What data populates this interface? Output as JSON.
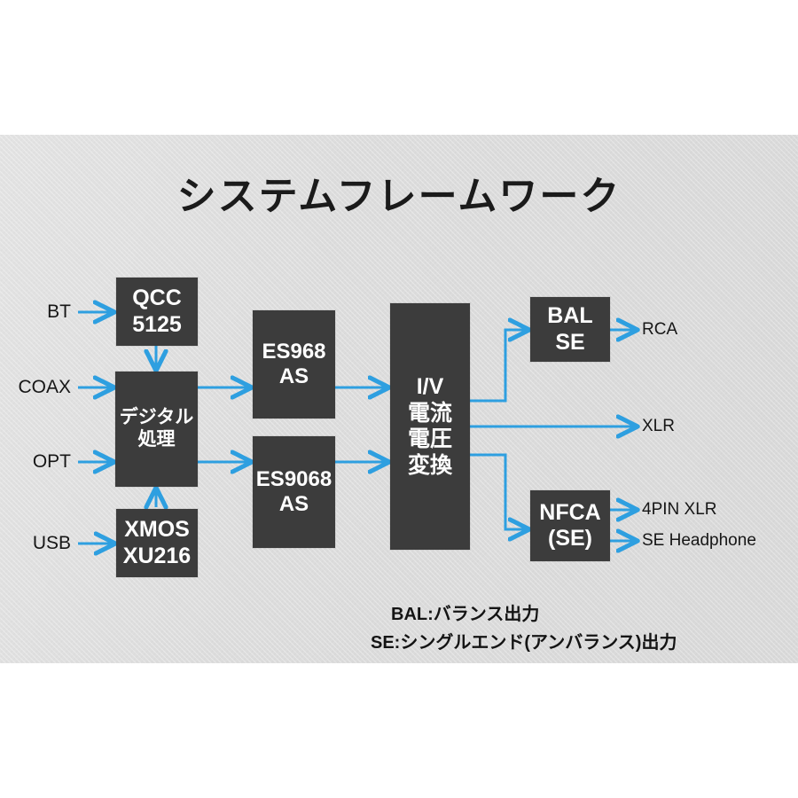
{
  "title": "システムフレームワーク",
  "colors": {
    "background": "#ffffff",
    "panel": "#dcdcdc",
    "block": "#3c3c3c",
    "block_text": "#ffffff",
    "wire": "#2e9fe0",
    "text": "#161616"
  },
  "inputs": [
    {
      "label": "BT"
    },
    {
      "label": "COAX"
    },
    {
      "label": "OPT"
    },
    {
      "label": "USB"
    }
  ],
  "blocks": {
    "qcc": {
      "line1": "QCC",
      "line2": "5125"
    },
    "digital": {
      "line1": "デジタル",
      "line2": "処理"
    },
    "xmos": {
      "line1": "XMOS",
      "line2": "XU216"
    },
    "dac_top": {
      "line1": "ES968",
      "line2": "AS"
    },
    "dac_bot": {
      "line1": "ES9068",
      "line2": "AS"
    },
    "iv": {
      "line1": "I/V",
      "line2": "電流",
      "line3": "電圧",
      "line4": "変換"
    },
    "bal": {
      "line1": "BAL",
      "line2": "SE"
    },
    "nfca": {
      "line1": "NFCA",
      "line2": "(SE)"
    }
  },
  "outputs": [
    {
      "label": "RCA"
    },
    {
      "label": "XLR"
    },
    {
      "label": "4PIN XLR"
    },
    {
      "label": "SE Headphone"
    }
  ],
  "legend": [
    {
      "text": "BAL:バランス出力"
    },
    {
      "text": "SE:シングルエンド(アンバランス)出力"
    }
  ]
}
